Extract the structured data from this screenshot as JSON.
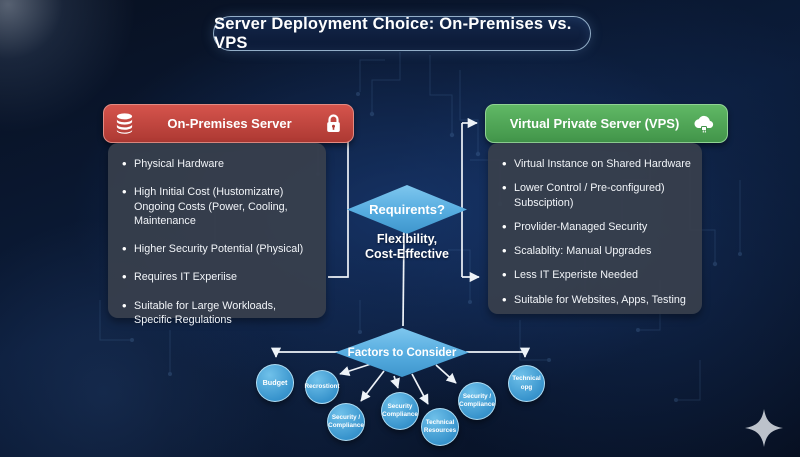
{
  "title": "Server Deployment Choice: On-Premises vs. VPS",
  "on_premises": {
    "header": "On-Premises Server",
    "items": [
      "Physical Hardware",
      "High Initial Cost (Hustomizatre) Ongoing Costs (Power, Cooling, Maintenance",
      "Higher Security Potential (Physical)",
      "Requires IT Experiise",
      "Suitable for Large Workloads, Specific Regulations"
    ]
  },
  "vps": {
    "header": "Virtual Private Server (VPS)",
    "items": [
      "Virtual Instance on Shared Hardware",
      "Lower Control / Pre-configured) Subsciption)",
      "Provlider-Managed Security",
      "Scalablity: Manual Upgrades",
      "Less IT Experiste Needed",
      "Suitable for Websites, Apps, Testing"
    ]
  },
  "decision": {
    "label": "Requirents?",
    "line1": "Flexibility,",
    "line2": "Cost-Effective"
  },
  "factors": {
    "label": "Factors to Consider",
    "circles": [
      "Budget",
      "Recrostiont",
      "Security / Compliance",
      "Security Compliance",
      "Technical Resources",
      "Security / Compliance",
      "Technical opg"
    ]
  },
  "icons": {
    "on_premises_left": "database-icon",
    "on_premises_right": "lock-icon",
    "vps_right": "cloud-icon",
    "bottom_right": "sparkle-icon"
  },
  "colors": {
    "background": "#0a1630",
    "panel": "#39414d",
    "on_premises_red": "#c4453e",
    "vps_green": "#53ac58",
    "diamond_blue": "#58aede",
    "circle_blue": "#3b95cd",
    "connector": "#eef3f8",
    "text": "#ffffff"
  }
}
